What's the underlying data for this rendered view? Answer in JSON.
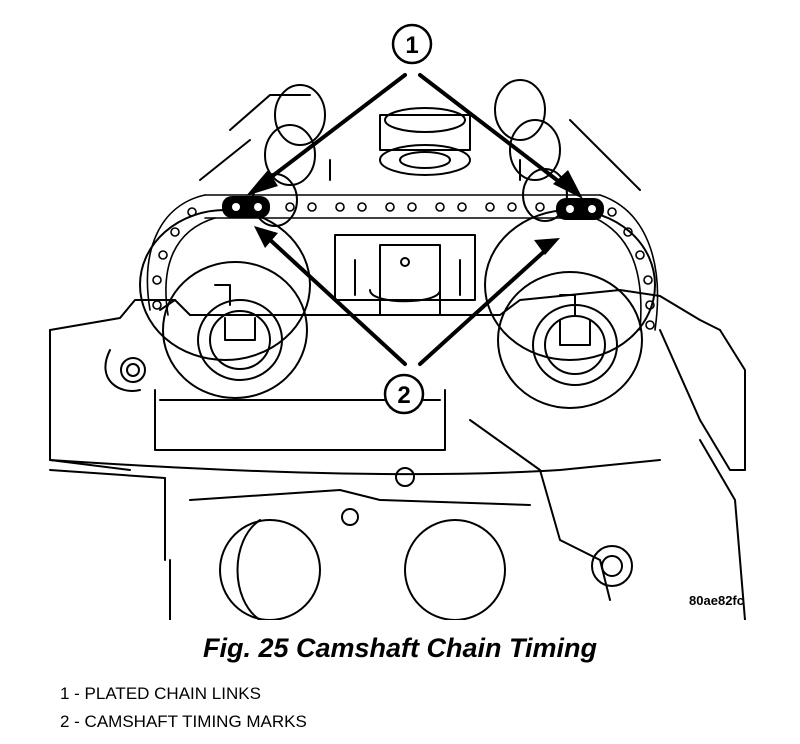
{
  "figure": {
    "image_id": "80ae82fc",
    "caption": "Fig. 25 Camshaft Chain Timing",
    "callouts": [
      {
        "number": "1",
        "meaning": "PLATED CHAIN LINKS"
      },
      {
        "number": "2",
        "meaning": "CAMSHAFT TIMING MARKS"
      }
    ]
  },
  "legend": [
    {
      "text": "1 - PLATED CHAIN LINKS"
    },
    {
      "text": "2 - CAMSHAFT TIMING MARKS"
    }
  ]
}
